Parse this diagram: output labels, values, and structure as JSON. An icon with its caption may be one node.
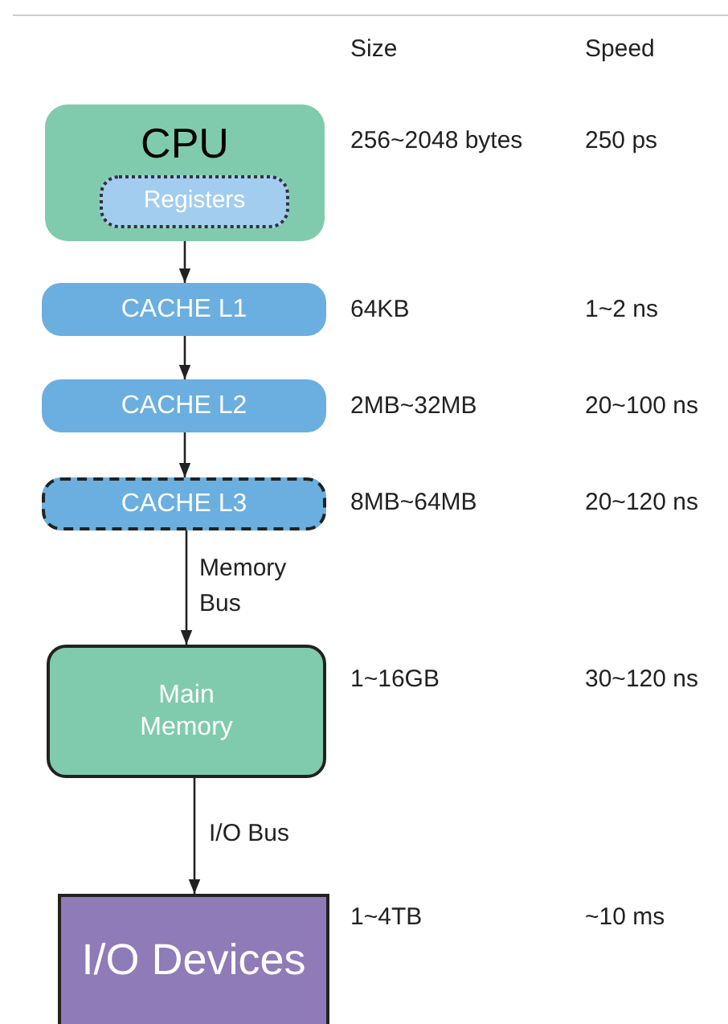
{
  "diagram": {
    "nodes": [
      {
        "text": [
          "CPU"
        ]
      },
      {
        "text": [
          "Registers"
        ],
        "in": 0
      },
      {
        "text": [
          "CACHE L1"
        ]
      },
      {
        "text": [
          "CACHE L2"
        ]
      },
      {
        "text": [
          "CACHE L3"
        ]
      },
      {
        "text": [
          "Main Memory"
        ]
      },
      {
        "text": [
          "I/O Devices"
        ]
      }
    ],
    "edges": [
      {
        "from": 0,
        "to": 2,
        "arrow": "to"
      },
      {
        "from": 2,
        "to": 3,
        "arrow": "to"
      },
      {
        "from": 3,
        "to": 4,
        "arrow": "to"
      },
      {
        "from": 4,
        "to": 5,
        "arrow": "to",
        "label": "Memory Bus"
      },
      {
        "from": 5,
        "to": 6,
        "arrow": "to",
        "label": "I/O Bus"
      }
    ],
    "labels": [
      "Size",
      "Speed",
      "256~2048 bytes",
      "250 ps",
      "64KB",
      "1~2 ns",
      "2MB~32MB",
      "20~100 ns",
      "8MB~64MB",
      "20~120 ns",
      "1~16GB",
      "30~120 ns",
      "1~4TB",
      "~10 ms"
    ]
  }
}
